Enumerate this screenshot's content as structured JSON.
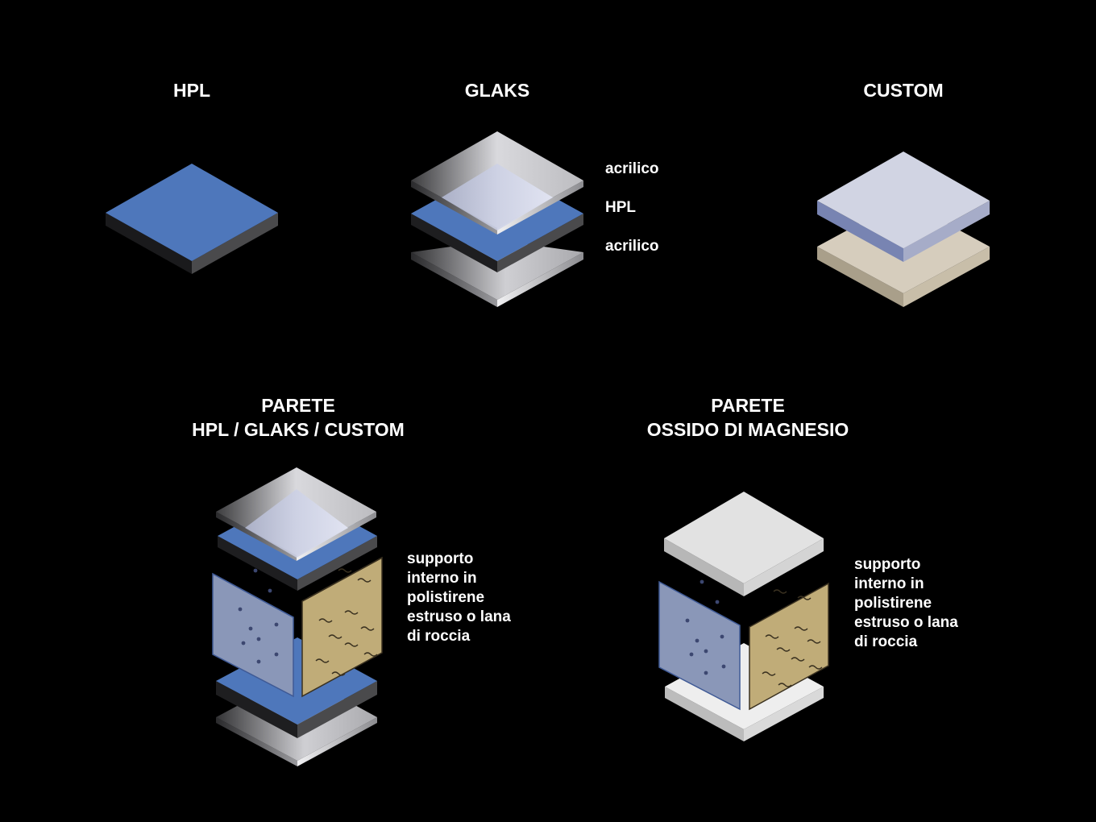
{
  "panels": {
    "hpl": {
      "title": "HPL"
    },
    "glaks": {
      "title": "GLAKS",
      "layers": [
        "acrilico",
        "HPL",
        "acrilico"
      ]
    },
    "custom": {
      "title": "CUSTOM"
    },
    "parete_hpl": {
      "title_line1": "PARETE",
      "title_line2": "HPL / GLAKS / CUSTOM",
      "note": [
        "supporto",
        "interno in",
        "polistirene",
        "estruso o lana",
        "di roccia"
      ]
    },
    "parete_ossido": {
      "title_line1": "PARETE",
      "title_line2": "OSSIDO DI MAGNESIO",
      "note": [
        "supporto",
        "interno in",
        "polistirene",
        "estruso o lana",
        "di roccia"
      ]
    }
  },
  "colors": {
    "background": "#000000",
    "hpl_blue": "#4e77bb",
    "acrylic_silver": "#c8c8cc",
    "custom_lavender": "#cfd3e4",
    "custom_beige": "#d2c9b8",
    "polystyrene": "#8a97b8",
    "rock_wool": "#c0ac78",
    "magnesium_oxide": "#e0e0e0"
  }
}
